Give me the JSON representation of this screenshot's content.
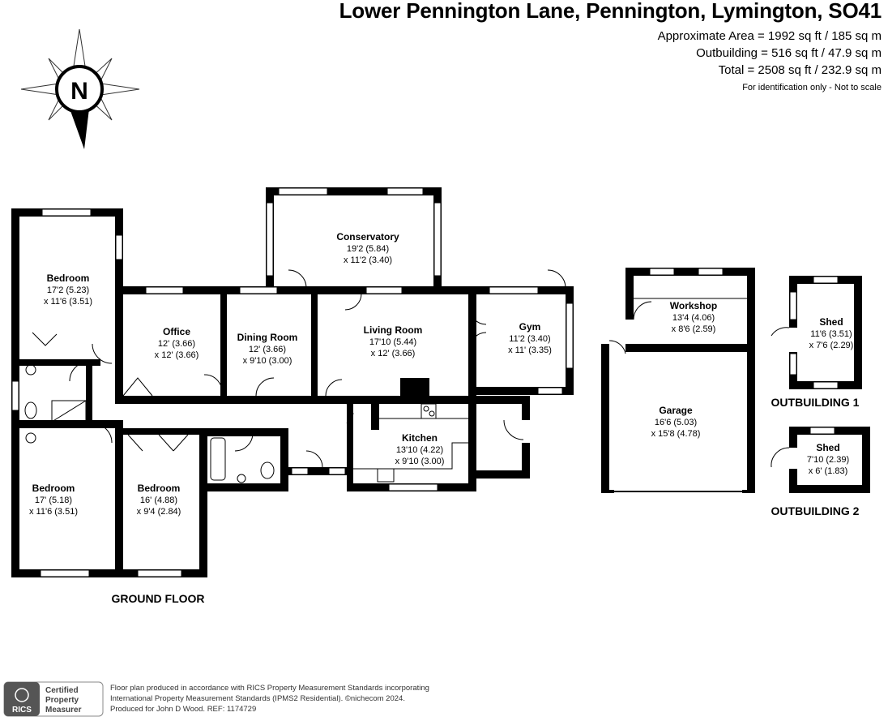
{
  "header": {
    "title": "Lower Pennington Lane, Pennington, Lymington, SO41",
    "area_main": "Approximate Area = 1992 sq ft / 185 sq m",
    "area_outbuilding": "Outbuilding = 516 sq ft / 47.9 sq m",
    "area_total": "Total = 2508 sq ft / 232.9 sq m",
    "note": "For identification only - Not to scale"
  },
  "compass": {
    "label": "N",
    "icon": "compass-north-icon"
  },
  "rooms": {
    "bedroom1": {
      "name": "Bedroom",
      "dims1": "17'2 (5.23)",
      "dims2": "x 11'6 (3.51)"
    },
    "office": {
      "name": "Office",
      "dims1": "12' (3.66)",
      "dims2": "x 12' (3.66)"
    },
    "dining": {
      "name": "Dining Room",
      "dims1": "12' (3.66)",
      "dims2": "x 9'10 (3.00)"
    },
    "conservatory": {
      "name": "Conservatory",
      "dims1": "19'2 (5.84)",
      "dims2": "x 11'2 (3.40)"
    },
    "living": {
      "name": "Living Room",
      "dims1": "17'10 (5.44)",
      "dims2": "x 12' (3.66)"
    },
    "gym": {
      "name": "Gym",
      "dims1": "11'2 (3.40)",
      "dims2": "x 11' (3.35)"
    },
    "kitchen": {
      "name": "Kitchen",
      "dims1": "13'10 (4.22)",
      "dims2": "x 9'10 (3.00)"
    },
    "bedroom2": {
      "name": "Bedroom",
      "dims1": "17' (5.18)",
      "dims2": "x 11'6 (3.51)"
    },
    "bedroom3": {
      "name": "Bedroom",
      "dims1": "16' (4.88)",
      "dims2": "x 9'4 (2.84)"
    },
    "workshop": {
      "name": "Workshop",
      "dims1": "13'4 (4.06)",
      "dims2": "x 8'6 (2.59)"
    },
    "garage": {
      "name": "Garage",
      "dims1": "16'6 (5.03)",
      "dims2": "x 15'8 (4.78)"
    },
    "shed1": {
      "name": "Shed",
      "dims1": "11'6 (3.51)",
      "dims2": "x 7'6 (2.29)"
    },
    "shed2": {
      "name": "Shed",
      "dims1": "7'10 (2.39)",
      "dims2": "x 6' (1.83)"
    }
  },
  "labels": {
    "ground_floor": "GROUND FLOOR",
    "outbuilding1": "OUTBUILDING 1",
    "outbuilding2": "OUTBUILDING 2"
  },
  "footer": {
    "badge_org": "RICS",
    "badge_line1": "Certified",
    "badge_line2": "Property",
    "badge_line3": "Measurer",
    "line1": "Floor plan produced in accordance with RICS Property Measurement Standards incorporating",
    "line2": "International Property Measurement Standards (IPMS2 Residential).  ©nichecom 2024.",
    "line3": "Produced for John D Wood.   REF:  1174729"
  }
}
